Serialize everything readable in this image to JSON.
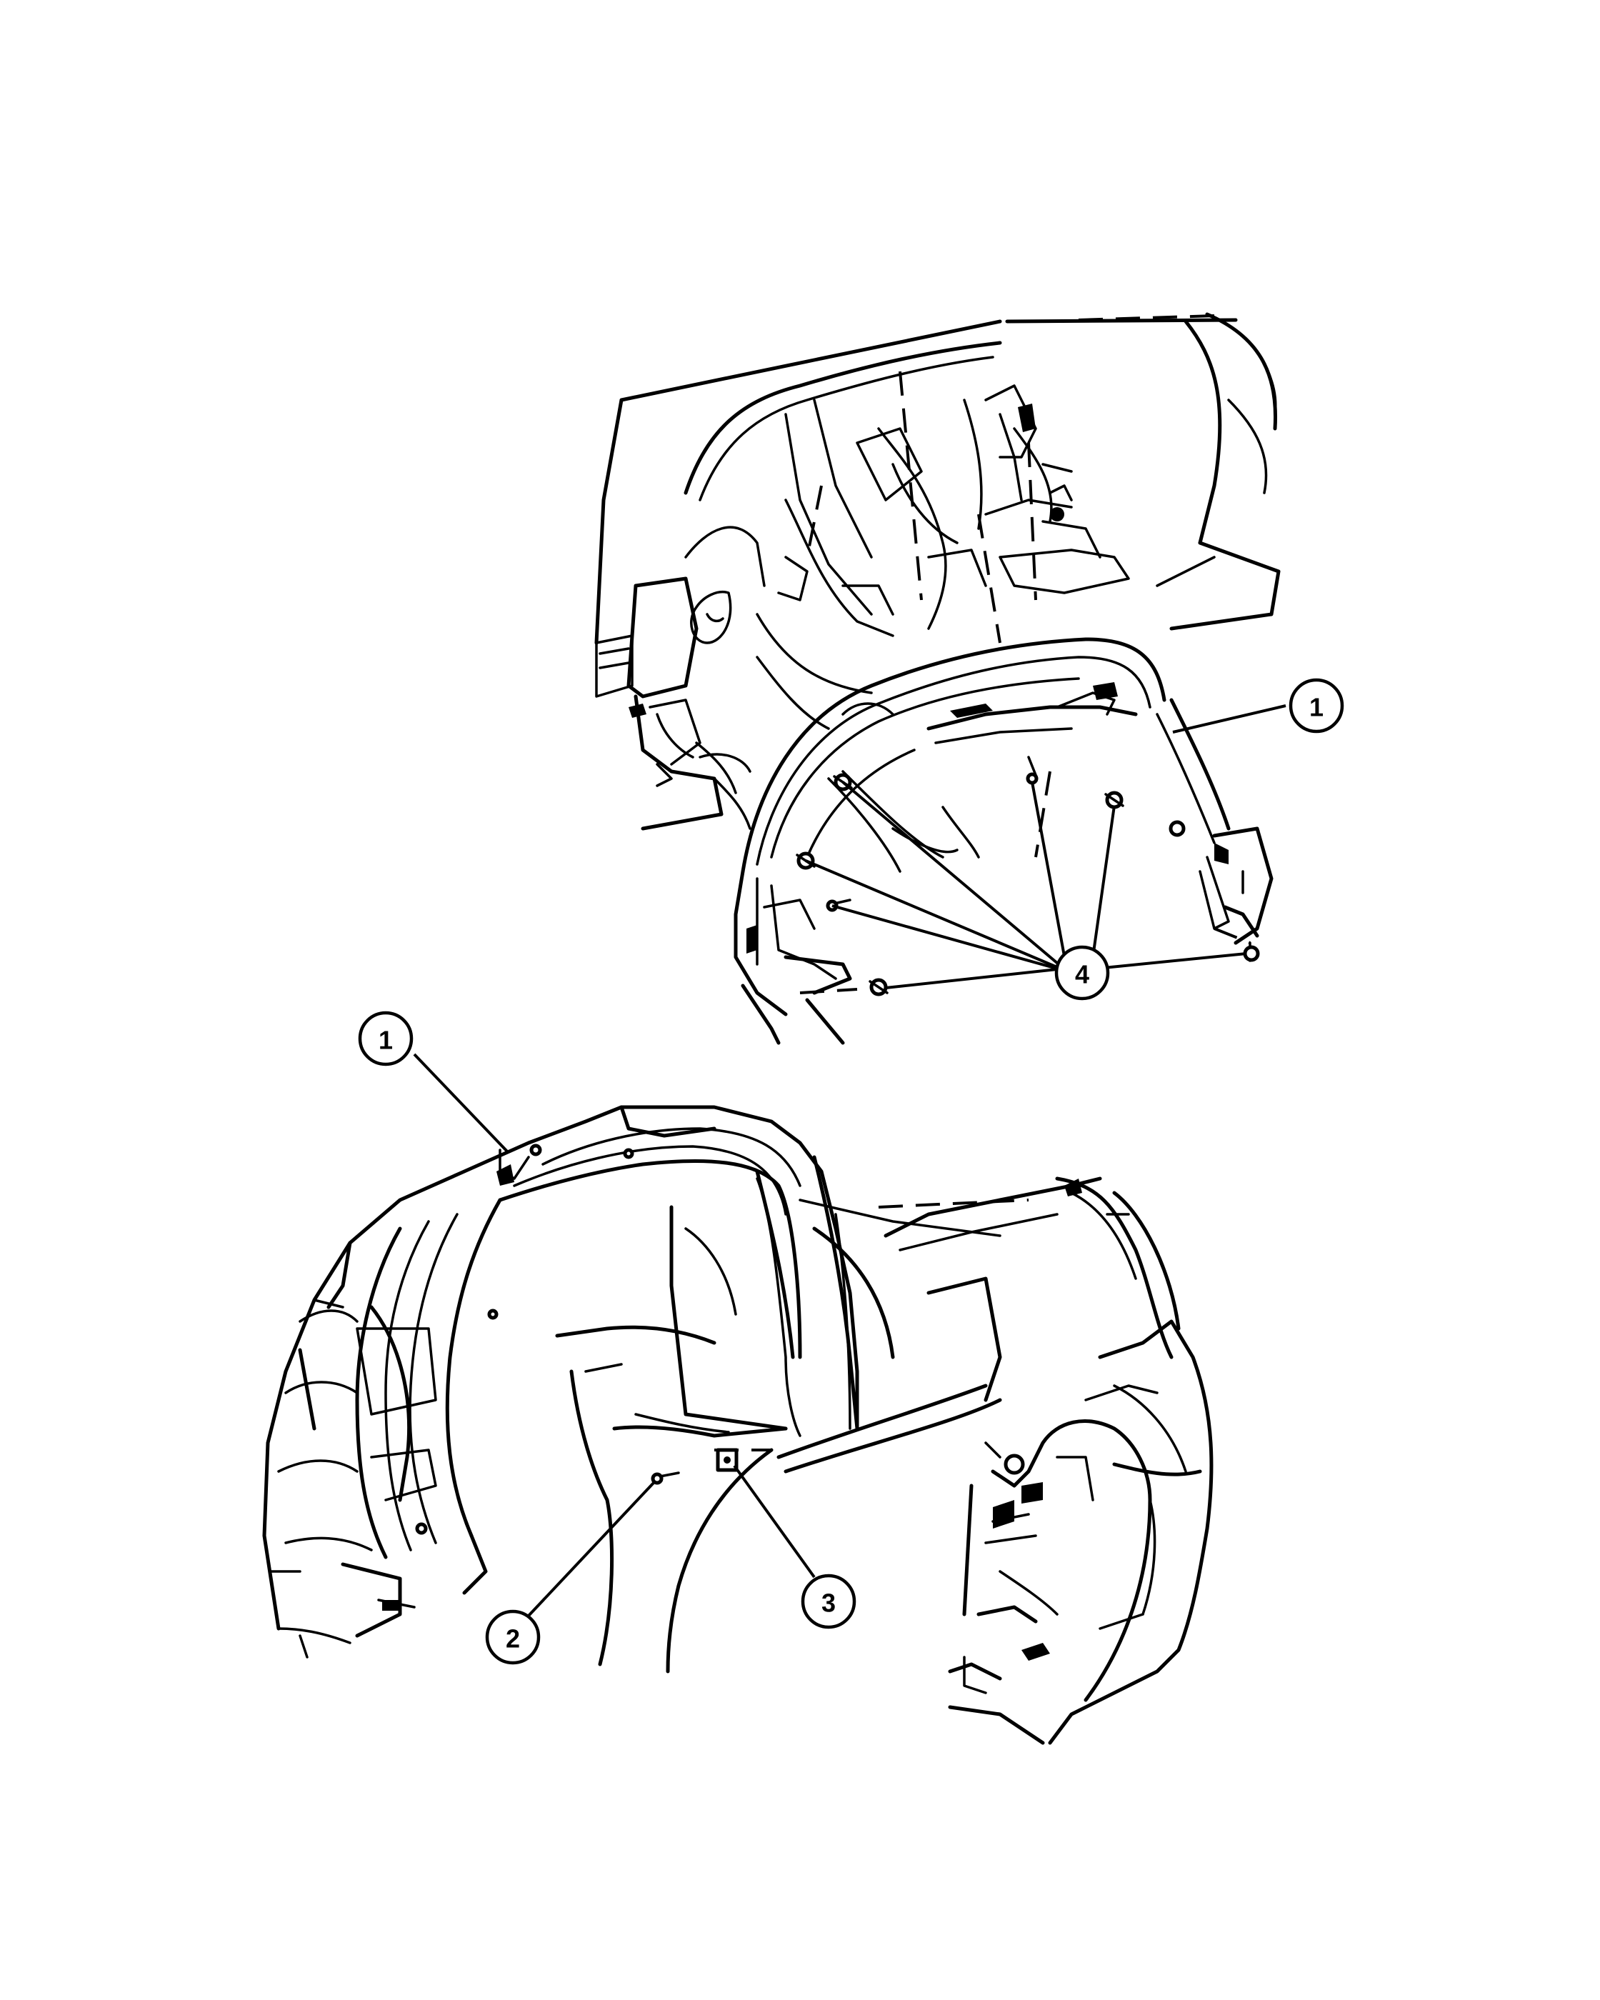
{
  "callouts": [
    {
      "id": "top-1",
      "label": "1"
    },
    {
      "id": "top-4",
      "label": "4"
    },
    {
      "id": "bottom-1",
      "label": "1"
    },
    {
      "id": "bottom-2",
      "label": "2"
    },
    {
      "id": "bottom-3",
      "label": "3"
    }
  ]
}
